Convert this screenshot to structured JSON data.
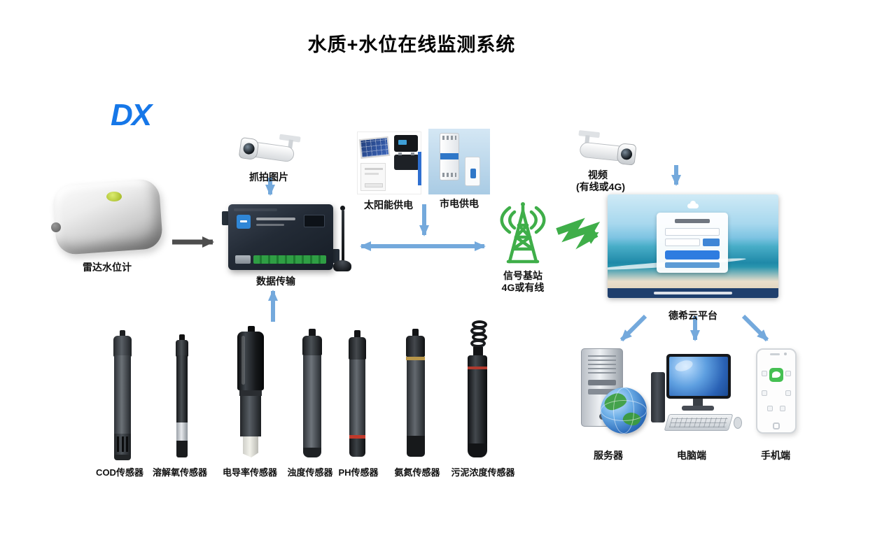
{
  "title": "水质+水位在线监测系统",
  "logo": {
    "text": "DX"
  },
  "devices": {
    "radar": {
      "label": "雷达水位计"
    },
    "capture_camera": {
      "label": "抓拍图片"
    },
    "rtu": {
      "label": "数据传输"
    },
    "solar_power": {
      "label": "太阳能供电"
    },
    "mains_power": {
      "label": "市电供电"
    },
    "signal_tower": {
      "label": "信号基站",
      "sublabel": "4G或有线"
    },
    "video_camera": {
      "label": "视频",
      "sublabel": "(有线或4G)"
    },
    "cloud_platform": {
      "label": "德希云平台"
    },
    "server": {
      "label": "服务器"
    },
    "pc": {
      "label": "电脑端"
    },
    "mobile": {
      "label": "手机端"
    }
  },
  "sensors": [
    {
      "label": "COD传感器"
    },
    {
      "label": "溶解氧传感器"
    },
    {
      "label": "电导率传感器"
    },
    {
      "label": "浊度传感器"
    },
    {
      "label": "PH传感器"
    },
    {
      "label": "氨氮传感器"
    },
    {
      "label": "污泥浓度传感器"
    }
  ],
  "colors": {
    "arrow_blue": "#74a9dc",
    "arrow_dark": "#4d4d4d",
    "green": "#3fae49",
    "logo_blue": "#1677e8"
  }
}
